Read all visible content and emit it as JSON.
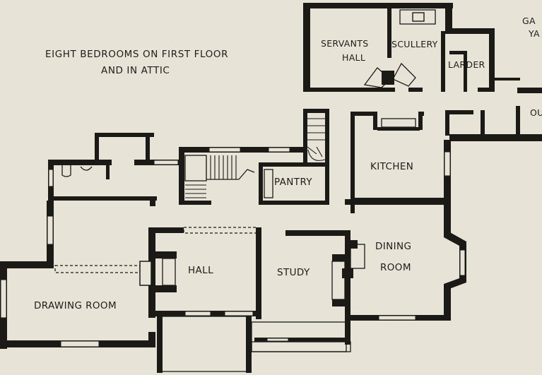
{
  "note": {
    "line1": "EIGHT BEDROOMS ON FIRST FLOOR",
    "line2": "AND IN ATTIC"
  },
  "rooms": {
    "servants_hall_1": "SERVANTS",
    "servants_hall_2": "HALL",
    "scullery": "SCULLERY",
    "larder": "LARDER",
    "kitchen": "KITCHEN",
    "pantry": "PANTRY",
    "hall": "HALL",
    "study": "STUDY",
    "dining_1": "DINING",
    "dining_2": "ROOM",
    "drawing_room": "DRAWING ROOM",
    "garden_yard_1": "GA",
    "garden_yard_2": "YA",
    "outbuilding": "OU"
  }
}
